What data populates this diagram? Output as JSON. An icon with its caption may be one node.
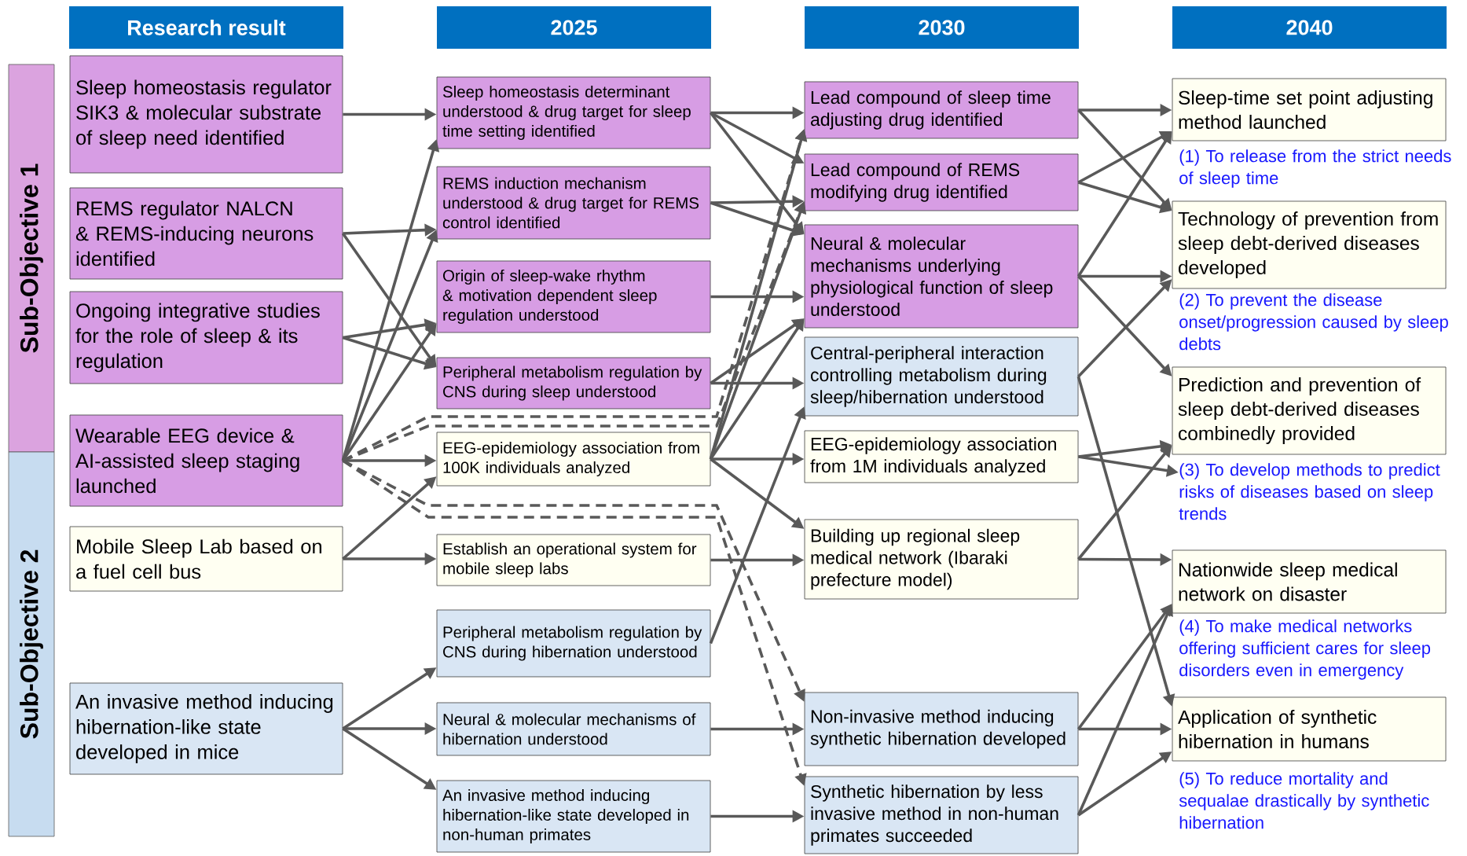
{
  "diagram": {
    "nodes": [
      {
        "text": [
          "Research result"
        ]
      },
      {
        "text": [
          "2025"
        ]
      },
      {
        "text": [
          "2030"
        ]
      },
      {
        "text": [
          "2040"
        ]
      },
      {
        "text": [
          "Sub-Objective 1"
        ]
      },
      {
        "text": [
          "Sub-Objective 2"
        ]
      },
      {
        "text": [
          "Sleep homeostasis regulator SIK3 & molecular substrate of sleep need identified"
        ]
      },
      {
        "text": [
          "REMS regulator NALCN & REMS-inducing neurons identified"
        ]
      },
      {
        "text": [
          "Ongoing integrative studies for the role of sleep & its regulation"
        ]
      },
      {
        "text": [
          "Wearable EEG device & AI-assisted sleep staging launched"
        ]
      },
      {
        "text": [
          "Mobile Sleep Lab based on a fuel cell bus"
        ]
      },
      {
        "text": [
          "An invasive method inducing hibernation-like state developed in mice"
        ]
      },
      {
        "text": [
          "Sleep homeostasis determinant understood & drug target for sleep time setting identified"
        ]
      },
      {
        "text": [
          "REMS induction mechanism understood & drug target for REMS control identified"
        ]
      },
      {
        "text": [
          "Origin of sleep-wake rhythm & motivation dependent sleep regulation understood"
        ]
      },
      {
        "text": [
          "Peripheral metabolism regulation by CNS during sleep understood"
        ]
      },
      {
        "text": [
          "EEG-epidemiology association from 100K individuals analyzed"
        ]
      },
      {
        "text": [
          "Establish an operational system for mobile sleep labs"
        ]
      },
      {
        "text": [
          "Peripheral metabolism regulation by CNS during hibernation understood"
        ]
      },
      {
        "text": [
          "Neural & molecular mechanisms of hibernation understood"
        ]
      },
      {
        "text": [
          "An invasive method inducing hibernation-like state developed in non-human primates"
        ]
      },
      {
        "text": [
          "Lead compound of sleep time adjusting drug identified"
        ]
      },
      {
        "text": [
          "Lead compound of REMS modifying drug identified"
        ]
      },
      {
        "text": [
          "Neural & molecular mechanisms underlying physiological function of sleep understood"
        ]
      },
      {
        "text": [
          "Central-peripheral interaction controlling metabolism during sleep/hibernation understood"
        ]
      },
      {
        "text": [
          "EEG-epidemiology association from 1M individuals analyzed"
        ]
      },
      {
        "text": [
          "Building up regional sleep medical network (Ibaraki prefecture model)"
        ]
      },
      {
        "text": [
          "Non-invasive method inducing synthetic hibernation developed"
        ]
      },
      {
        "text": [
          "Synthetic hibernation by less invasive method in non-human primates succeeded"
        ]
      },
      {
        "text": [
          "Sleep-time set point adjusting method launched"
        ]
      },
      {
        "text": [
          "(1) To release from the strict needs of sleep time"
        ]
      },
      {
        "text": [
          "Technology of prevention from sleep debt-derived diseases developed"
        ]
      },
      {
        "text": [
          "(2) To prevent the disease onset/progression caused by sleep debts"
        ]
      },
      {
        "text": [
          "Prediction and prevention of sleep debt-derived diseases combinedly provided"
        ]
      },
      {
        "text": [
          "(3) To develop methods to predict risks of diseases based on sleep trends"
        ]
      },
      {
        "text": [
          "Nationwide sleep medical network on disaster"
        ]
      },
      {
        "text": [
          "(4) To make medical networks offering sufficient cares for sleep disorders even in emergency"
        ]
      },
      {
        "text": [
          "Application of synthetic hibernation in humans"
        ]
      },
      {
        "text": [
          "(5) To reduce mortality and sequalae drastically by synthetic hibernation"
        ]
      }
    ],
    "edges": [
      {
        "from": 6,
        "to": 12,
        "arrow": "to"
      },
      {
        "from": 7,
        "to": 13,
        "arrow": "to"
      },
      {
        "from": 7,
        "to": 15,
        "arrow": "to"
      },
      {
        "from": 8,
        "to": 14,
        "arrow": "to"
      },
      {
        "from": 8,
        "to": 15,
        "arrow": "to"
      },
      {
        "from": 9,
        "to": 12,
        "arrow": "to"
      },
      {
        "from": 9,
        "to": 13,
        "arrow": "to"
      },
      {
        "from": 9,
        "to": 14,
        "arrow": "to"
      },
      {
        "from": 9,
        "to": 16,
        "arrow": "to"
      },
      {
        "from": 9,
        "to": 21,
        "arrow": "to",
        "style": "dashed"
      },
      {
        "from": 9,
        "to": 22,
        "arrow": "to",
        "style": "dashed"
      },
      {
        "from": 9,
        "to": 27,
        "arrow": "to",
        "style": "dashed"
      },
      {
        "from": 9,
        "to": 28,
        "arrow": "to",
        "style": "dashed"
      },
      {
        "from": 10,
        "to": 16,
        "arrow": "to"
      },
      {
        "from": 10,
        "to": 17,
        "arrow": "to"
      },
      {
        "from": 11,
        "to": 18,
        "arrow": "to"
      },
      {
        "from": 11,
        "to": 19,
        "arrow": "to"
      },
      {
        "from": 11,
        "to": 20,
        "arrow": "to"
      },
      {
        "from": 12,
        "to": 21,
        "arrow": "to"
      },
      {
        "from": 12,
        "to": 22,
        "arrow": "to"
      },
      {
        "from": 12,
        "to": 23,
        "arrow": "to"
      },
      {
        "from": 13,
        "to": 22,
        "arrow": "to"
      },
      {
        "from": 13,
        "to": 23,
        "arrow": "to"
      },
      {
        "from": 14,
        "to": 23,
        "arrow": "to"
      },
      {
        "from": 15,
        "to": 23,
        "arrow": "to"
      },
      {
        "from": 15,
        "to": 24,
        "arrow": "to"
      },
      {
        "from": 16,
        "to": 21,
        "arrow": "to"
      },
      {
        "from": 16,
        "to": 22,
        "arrow": "to"
      },
      {
        "from": 16,
        "to": 23,
        "arrow": "to"
      },
      {
        "from": 16,
        "to": 25,
        "arrow": "to"
      },
      {
        "from": 16,
        "to": 26,
        "arrow": "to"
      },
      {
        "from": 17,
        "to": 26,
        "arrow": "to"
      },
      {
        "from": 18,
        "to": 24,
        "arrow": "to"
      },
      {
        "from": 19,
        "to": 27,
        "arrow": "to"
      },
      {
        "from": 20,
        "to": 28,
        "arrow": "to"
      },
      {
        "from": 21,
        "to": 29,
        "arrow": "to"
      },
      {
        "from": 21,
        "to": 31,
        "arrow": "to"
      },
      {
        "from": 22,
        "to": 29,
        "arrow": "to"
      },
      {
        "from": 22,
        "to": 31,
        "arrow": "to"
      },
      {
        "from": 23,
        "to": 29,
        "arrow": "to"
      },
      {
        "from": 23,
        "to": 31,
        "arrow": "to"
      },
      {
        "from": 23,
        "to": 33,
        "arrow": "to"
      },
      {
        "from": 24,
        "to": 31,
        "arrow": "to"
      },
      {
        "from": 24,
        "to": 37,
        "arrow": "to"
      },
      {
        "from": 25,
        "to": 33,
        "arrow": "to"
      },
      {
        "from": 25,
        "to": 34,
        "arrow": "to"
      },
      {
        "from": 26,
        "to": 33,
        "arrow": "to"
      },
      {
        "from": 26,
        "to": 35,
        "arrow": "to"
      },
      {
        "from": 27,
        "to": 35,
        "arrow": "to"
      },
      {
        "from": 27,
        "to": 37,
        "arrow": "to"
      },
      {
        "from": 28,
        "to": 35,
        "arrow": "to"
      },
      {
        "from": 28,
        "to": 37,
        "arrow": "to"
      }
    ]
  }
}
